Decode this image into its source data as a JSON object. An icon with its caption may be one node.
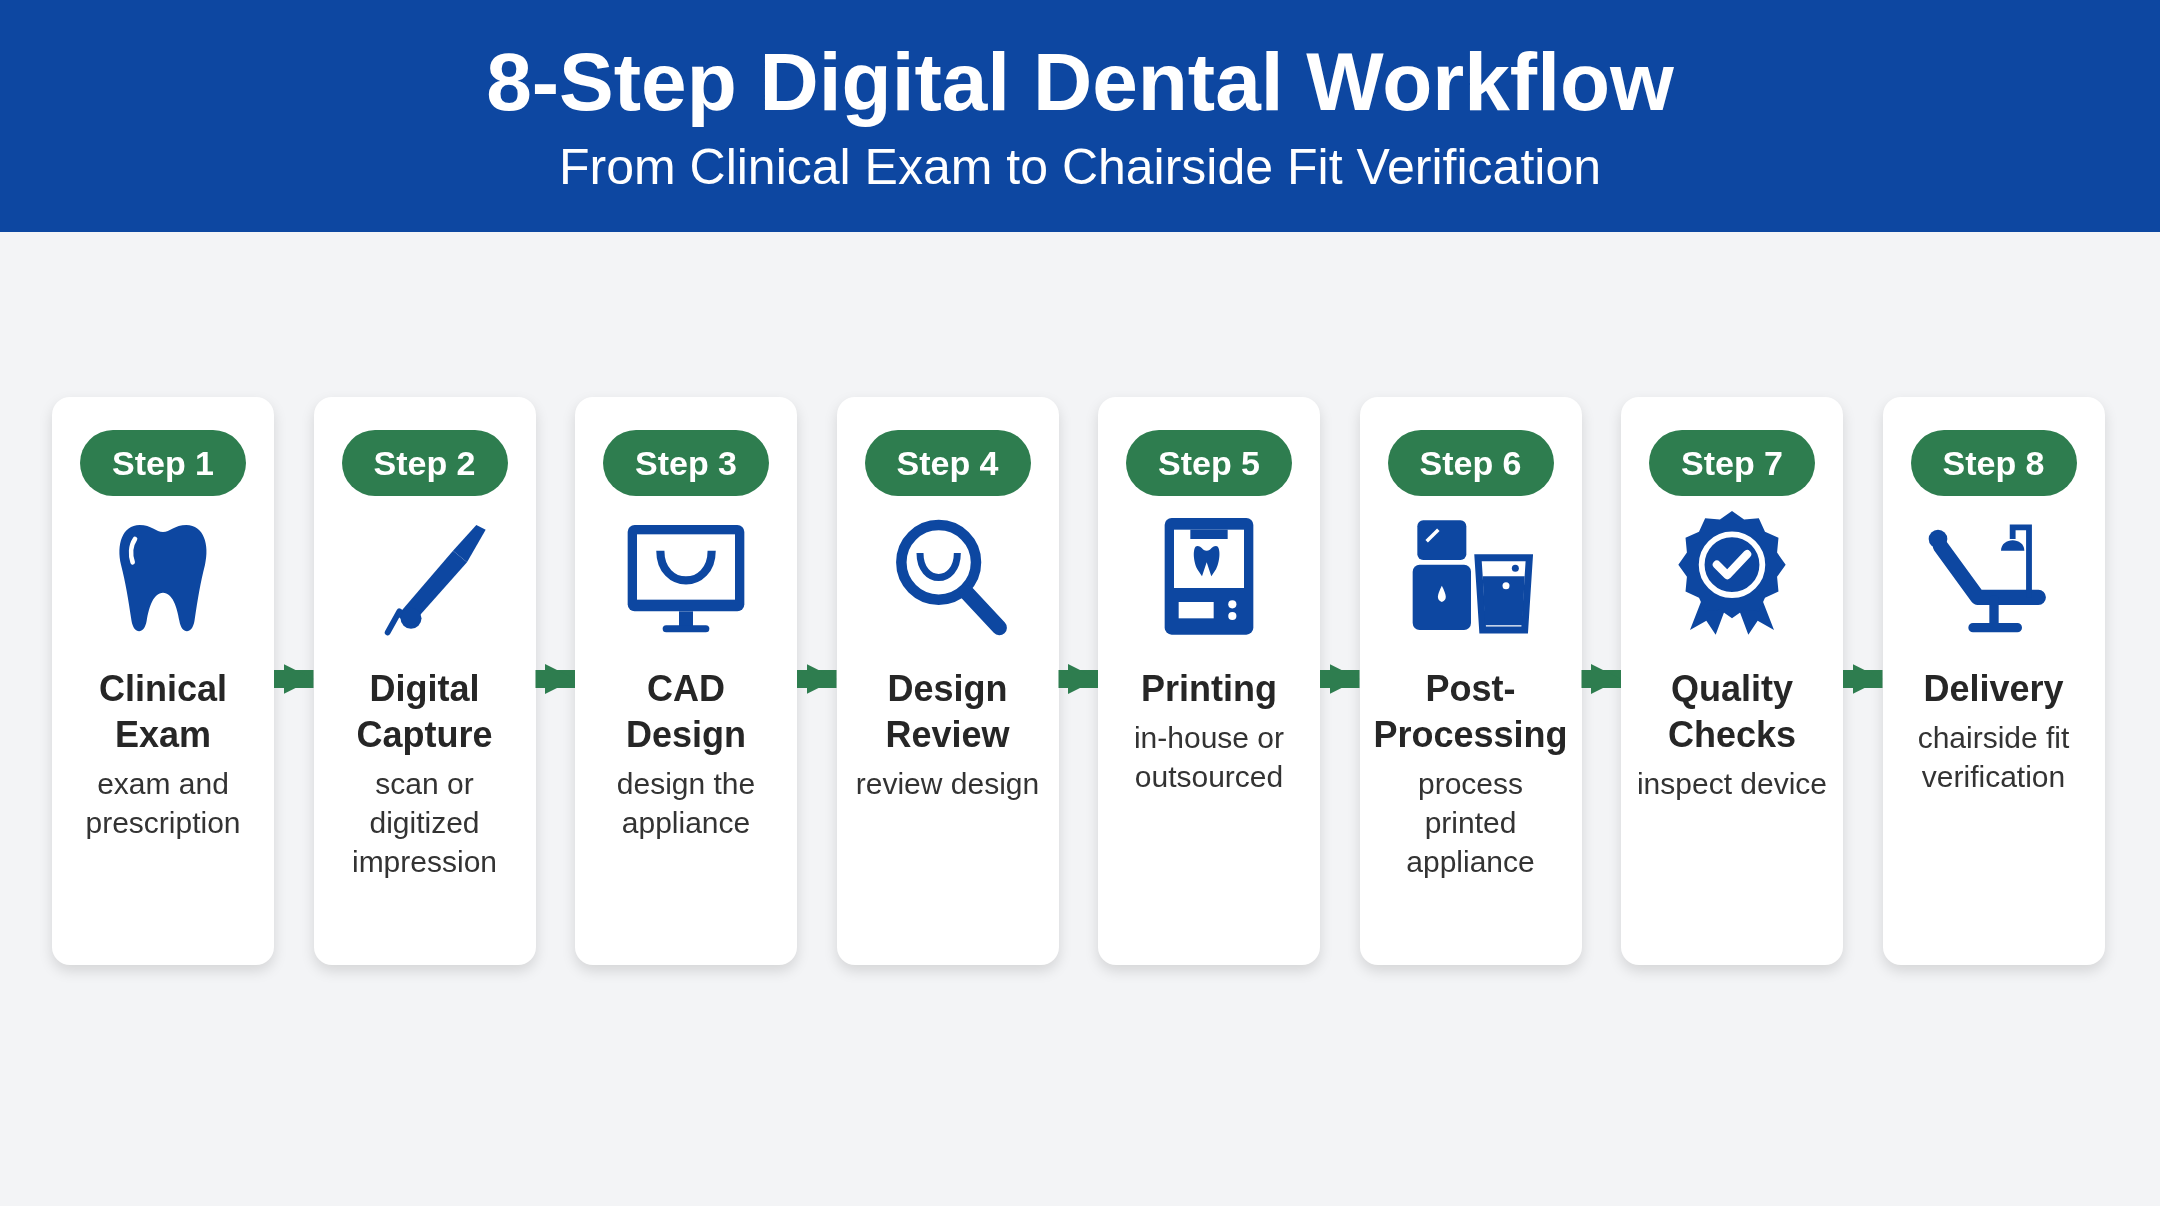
{
  "diagram": {
    "title": "8-Step Digital Dental Workflow",
    "caption": "From Clinical Exam to Chairside Fit Verification",
    "nodes": [
      {
        "text": [
          "Step 1",
          "Clinical Exam",
          "exam and prescription"
        ]
      },
      {
        "text": [
          "Step 2",
          "Digital Capture",
          "scan or digitized impression"
        ]
      },
      {
        "text": [
          "Step 3",
          "CAD Design",
          "design the appliance"
        ]
      },
      {
        "text": [
          "Step 4",
          "Design Review",
          "review design"
        ]
      },
      {
        "text": [
          "Step 5",
          "Printing",
          "in-house or outsourced"
        ]
      },
      {
        "text": [
          "Step 6",
          "Post-Processing",
          "process printed appliance"
        ]
      },
      {
        "text": [
          "Step 7",
          "Quality Checks",
          "inspect device"
        ]
      },
      {
        "text": [
          "Step 8",
          "Delivery",
          "chairside fit verification"
        ]
      }
    ],
    "edges": [
      {
        "from": 0,
        "to": 1,
        "arrow": "to"
      },
      {
        "from": 1,
        "to": 2,
        "arrow": "to"
      },
      {
        "from": 2,
        "to": 3,
        "arrow": "to"
      },
      {
        "from": 3,
        "to": 4,
        "arrow": "to"
      },
      {
        "from": 4,
        "to": 5,
        "arrow": "to"
      },
      {
        "from": 5,
        "to": 6,
        "arrow": "to"
      },
      {
        "from": 6,
        "to": 7,
        "arrow": "to"
      }
    ]
  }
}
